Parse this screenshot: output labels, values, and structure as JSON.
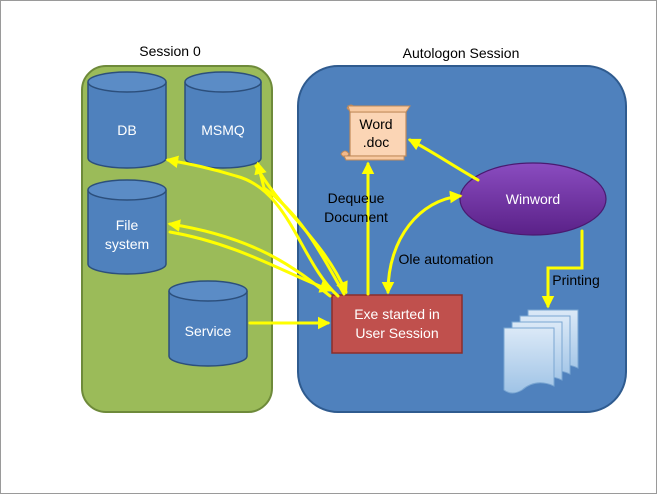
{
  "sessions": {
    "left_title": "Session 0",
    "right_title": "Autologon Session"
  },
  "stores": {
    "db": "DB",
    "msmq": "MSMQ",
    "file_system": [
      "File",
      "system"
    ],
    "service": "Service"
  },
  "document": {
    "word_doc": [
      "Word",
      ".doc"
    ]
  },
  "nodes": {
    "winword": "Winword",
    "exe": [
      "Exe started in",
      "User Session"
    ]
  },
  "edge_labels": {
    "dequeue": [
      "Dequeue",
      "Document"
    ],
    "ole": "Ole automation",
    "printing": "Printing"
  },
  "colors": {
    "session0_fill": "#9bbb59",
    "session0_stroke": "#6e8a3a",
    "autologon_fill": "#4f81bd",
    "autologon_stroke": "#2f5b8f",
    "cylinder_fill": "#4f81bd",
    "cylinder_stroke": "#2c4f7c",
    "arrow": "#ffff00",
    "winword_fill": "#7030a0",
    "exe_fill": "#c0504d",
    "exe_stroke": "#8c2d2b",
    "scroll_fill": "#fbd5b5",
    "paper_fill": "#bdd7ee"
  }
}
